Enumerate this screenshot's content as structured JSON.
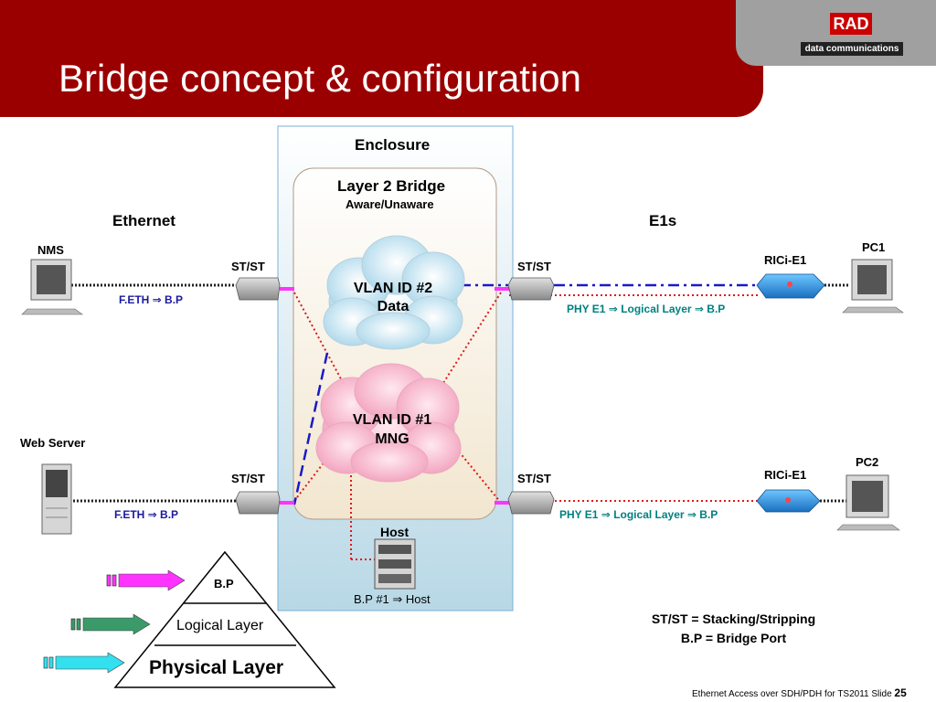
{
  "slide": {
    "title": "Bridge concept & configuration",
    "footer_text": "Ethernet Access over SDH/PDH for TS2011",
    "footer_slide_label": "Slide",
    "slide_number": "25"
  },
  "logo": {
    "brand": "RAD",
    "tagline": "data communications"
  },
  "enclosure": {
    "label": "Enclosure",
    "bridge_title": "Layer 2 Bridge",
    "bridge_subtitle": "Aware/Unaware",
    "cloud_data_line1": "VLAN ID #2",
    "cloud_data_line2": "Data",
    "cloud_mng_line1": "VLAN ID #1",
    "cloud_mng_line2": "MNG",
    "host_label": "Host",
    "host_bp": "B.P #1 ⇒ Host"
  },
  "left": {
    "section": "Ethernet",
    "nms": "NMS",
    "web_server": "Web Server",
    "stst_top": "ST/ST",
    "stst_bottom": "ST/ST",
    "feth_top": "F.ETH ⇒ B.P",
    "feth_bottom": "F.ETH ⇒ B.P"
  },
  "right": {
    "section": "E1s",
    "pc1": "PC1",
    "pc2": "PC2",
    "rici_top": "RICi-E1",
    "rici_bottom": "RICi-E1",
    "stst_top": "ST/ST",
    "stst_bottom": "ST/ST",
    "phy_top": "PHY E1 ⇒ Logical Layer ⇒ B.P",
    "phy_bottom": "PHY E1 ⇒ Logical Layer ⇒ B.P"
  },
  "pyramid": {
    "top": "B.P",
    "middle": "Logical Layer",
    "bottom": "Physical Layer"
  },
  "legend": {
    "line1": "ST/ST = Stacking/Stripping",
    "line2": "B.P = Bridge Port"
  },
  "colors": {
    "header": "#9b0000",
    "arrow_bp": "#ff33ff",
    "arrow_logical": "#3a9a6a",
    "arrow_physical": "#33e0f0",
    "vlan_line": "#1a1ac8",
    "dotted": "#e01818"
  }
}
